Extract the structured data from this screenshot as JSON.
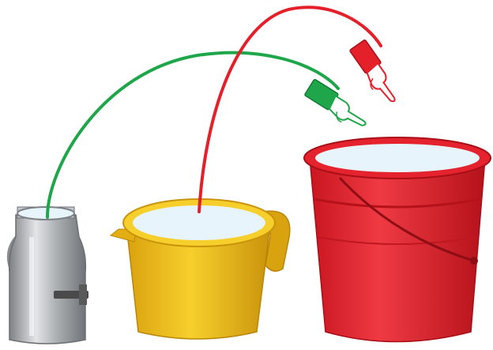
{
  "scene": {
    "objects": [
      {
        "name": "milk-can",
        "material": "steel"
      },
      {
        "name": "jug",
        "color": "#f2c41f"
      },
      {
        "name": "bucket",
        "color": "#e5232e"
      }
    ],
    "arrows": [
      {
        "name": "green-arrow",
        "color": "#1fa64a",
        "from": "milk-can",
        "to": "bucket"
      },
      {
        "name": "red-arrow",
        "color": "#e4202b",
        "from": "jug",
        "to": "bucket"
      }
    ],
    "pointers": [
      {
        "name": "green-pointing-hand-icon",
        "color": "#1fa64a"
      },
      {
        "name": "red-pointing-hand-icon",
        "color": "#e4202b"
      }
    ],
    "colors": {
      "liquid": "#e8f4fb",
      "jug_yellow": "#f2c41f",
      "bucket_red": "#e5232e",
      "green_arrow": "#1fa64a",
      "red_arrow": "#e4202b",
      "steel": "#b9bcbf"
    }
  }
}
